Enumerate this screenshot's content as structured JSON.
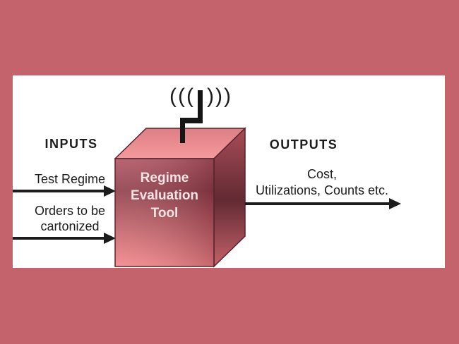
{
  "colors": {
    "background": "#c4636b",
    "panel": "#ffffff",
    "ink": "#1c1c1c",
    "box_outline": "#56242c",
    "box_top_dark": "#dd7f85",
    "box_top_light": "#f59a9c",
    "box_front_top": "#b05562",
    "box_front_mid": "#8f3d49",
    "box_front_bottom": "#f58689",
    "box_right_top": "#a84c56",
    "box_right_mid": "#622a33",
    "box_right_bottom": "#c4626a",
    "box_label": "#f6e3e5"
  },
  "inputs": {
    "heading": "INPUTS",
    "item1": "Test Regime",
    "item2_line1": "Orders to be",
    "item2_line2": "cartonized"
  },
  "outputs": {
    "heading": "OUTPUTS",
    "line1": "Cost,",
    "line2": "Utilizations, Counts etc."
  },
  "box": {
    "line1": "Regime",
    "line2": "Evaluation",
    "line3": "Tool"
  },
  "antenna": {
    "signal_left": "(((",
    "signal_right": ")))"
  }
}
